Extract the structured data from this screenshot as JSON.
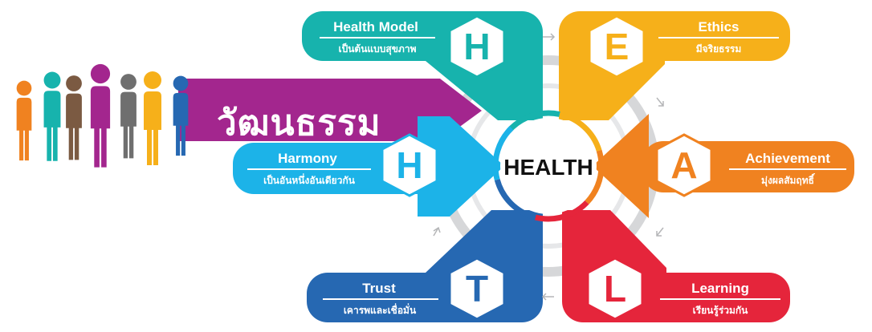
{
  "center": {
    "label": "HEALTH"
  },
  "culture": {
    "label": "วัฒนธรรม",
    "color": "#a3268e"
  },
  "values": [
    {
      "key": "health-model",
      "letter": "H",
      "title": "Health Model",
      "subtitle": "เป็นต้นแบบสุขภาพ",
      "color": "#17b3ad"
    },
    {
      "key": "ethics",
      "letter": "E",
      "title": "Ethics",
      "subtitle": "มีจริยธรรม",
      "color": "#f6b01a"
    },
    {
      "key": "achievement",
      "letter": "A",
      "title": "Achievement",
      "subtitle": "มุ่งผลสัมฤทธิ์",
      "color": "#f08220"
    },
    {
      "key": "learning",
      "letter": "L",
      "title": "Learning",
      "subtitle": "เรียนรู้ร่วมกัน",
      "color": "#e5253b"
    },
    {
      "key": "trust",
      "letter": "T",
      "title": "Trust",
      "subtitle": "เคารพและเชื่อมั่น",
      "color": "#2668b2"
    },
    {
      "key": "harmony",
      "letter": "H",
      "title": "Harmony",
      "subtitle": "เป็นอันหนึ่งอันเดียวกัน",
      "color": "#1cb3e8"
    }
  ],
  "people_colors": [
    "#f08220",
    "#17b3ad",
    "#7b5a42",
    "#a3268e",
    "#6f6f6f",
    "#f6b01a",
    "#2668b2"
  ]
}
